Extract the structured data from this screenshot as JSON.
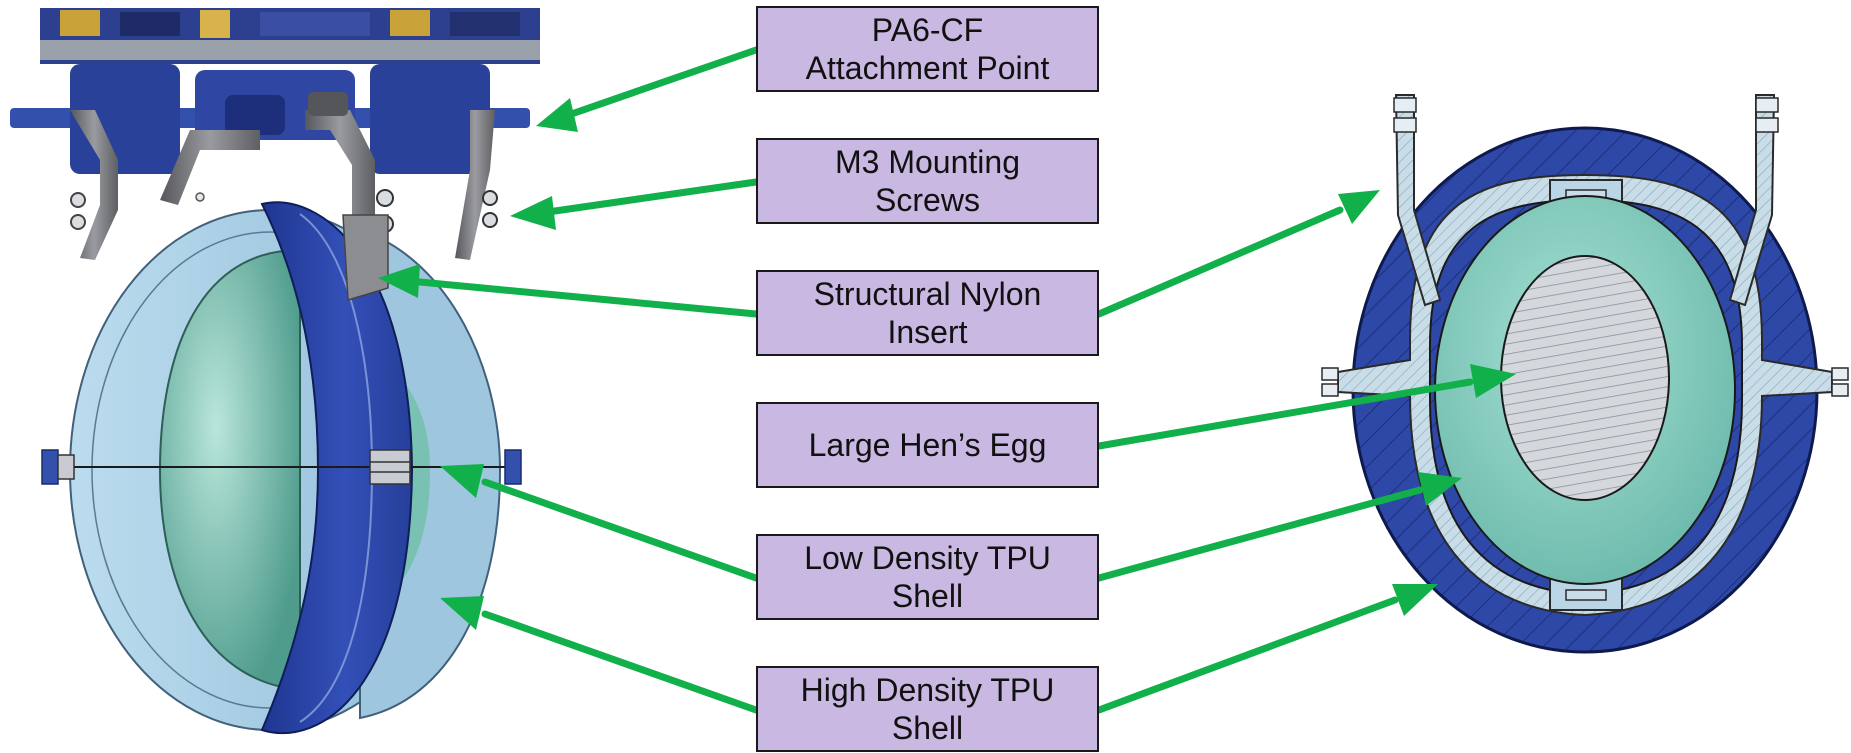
{
  "labels": [
    "PA6-CF\nAttachment Point",
    "M3 Mounting\nScrews",
    "Structural Nylon\nInsert",
    "Large Hen’s Egg",
    "Low Density TPU\nShell",
    "High Density TPU\nShell"
  ],
  "colors": {
    "arrow": "#11b04a",
    "label_fill": "#c8b8e2",
    "high_density_tpu": "#2e48a8",
    "low_density_tpu": "#8fd1c6",
    "nylon_insert": "#c9dde8",
    "egg": "#6fb9aa",
    "outer_shell_light": "#a9d0e6",
    "bracket": "#6e6f73"
  }
}
